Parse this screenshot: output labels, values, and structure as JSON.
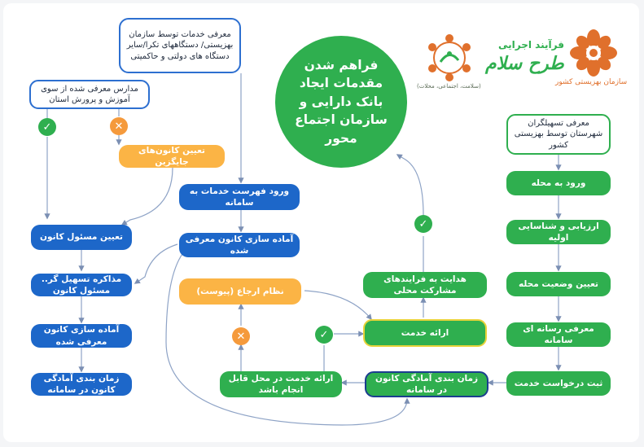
{
  "title": "فراهم شدن مقدمات ایجاد بانک دارایی و سازمان اجتماع محور",
  "logos": {
    "right_caption": "سازمان بهزیستی کشور",
    "center_line1": "فرآیند اجرایی",
    "center_line2": "طرح سلام",
    "left_caption": "(سلامت، اجتماعی، محلات)"
  },
  "nodes": {
    "intro_services": "معرفی خدمات توسط سازمان بهزیستی/ دستگاههای تکرا/سایر دستگاه های دولتی و حاکمیتی",
    "intro_schools": "مدارس معرفی شده از سوی آموزش و پرورش استان",
    "alt_centers": "تعیین کانون‌های جایگزین",
    "assign_officer": "تعیین مسئول کانون",
    "facilitator_talk": "مذاکره تسهیل گر.. مسئول کانون",
    "prepare_center_left": "آماده سازی کانون معرفی شده",
    "schedule_left": "زمان بندی آمادگی کانون در سامانه",
    "enter_services": "ورود فهرست خدمات به سامانه",
    "prepare_center_mid": "آماده سازی کانون معرفی شده",
    "referral": "نظام ارجاع (پیوست)",
    "deliver_local": "ارائه خدمت در محل قابل انجام باشد",
    "schedule_mid": "زمان بندی آمادگی کانون در سامانه",
    "deliver": "ارائه خدمت",
    "guide_participation": "هدایت به فرایندهای مشارکت محلی",
    "facilitators": "معرفی تسهیلگران شهرستان توسط بهزیستی کشور",
    "enter_neighborhood": "ورود به محله",
    "assessment": "ارزیابی و شناسایی اولیه",
    "status": "تعیین وضعیت محله",
    "media": "معرفی رسانه ای سامانه",
    "request": "ثبت درخواست خدمت"
  },
  "marks": {
    "ok_symbol": "✓",
    "no_symbol": "✕"
  },
  "colors": {
    "blue": "#1d67c9",
    "green": "#2faf4f",
    "orange": "#fbb445",
    "outline_blue": "#2d6fd0",
    "highlight_yellow": "#e8d33a",
    "highlight_navy": "#1b3d8f",
    "check_green": "#2faf4f",
    "cross_orange": "#f59a3c"
  }
}
